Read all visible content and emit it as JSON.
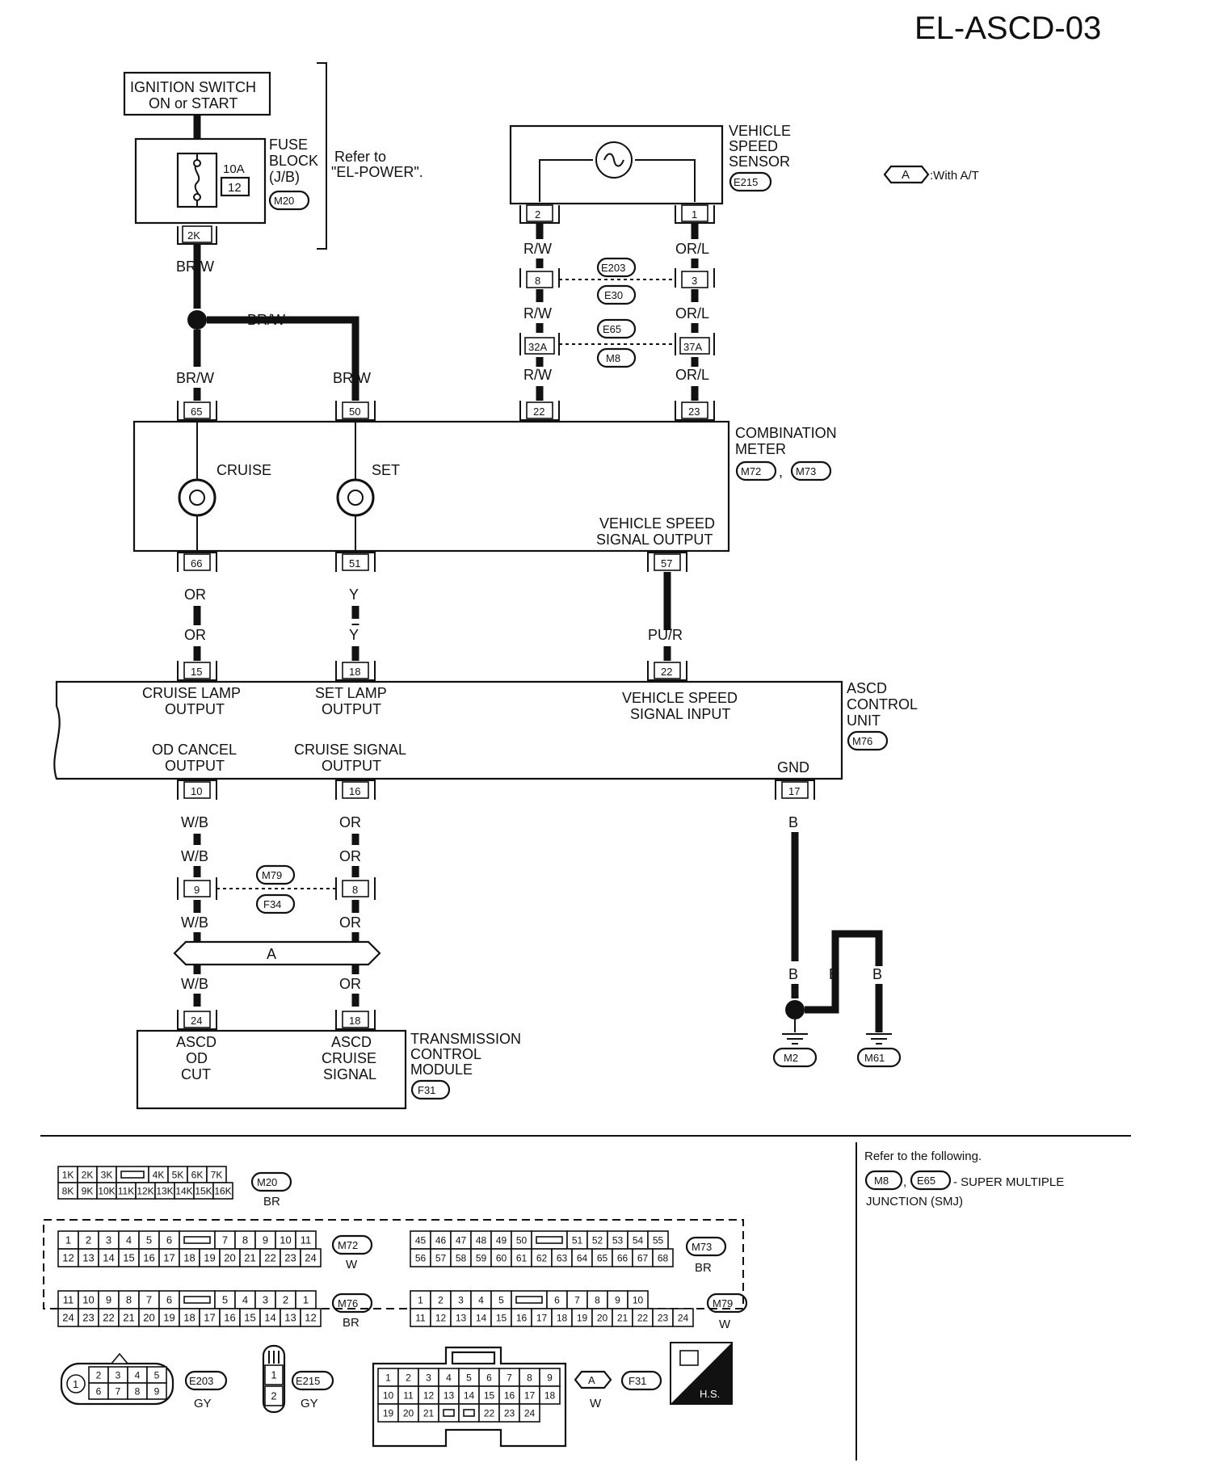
{
  "page_code": "EL-ASCD-03",
  "legend": {
    "option_tag": "A",
    "option_text": ":With A/T"
  },
  "ignition": {
    "line1": "IGNITION SWITCH",
    "line2": "ON or START"
  },
  "fuse_block": {
    "label_lines": [
      "FUSE",
      "BLOCK",
      "(J/B)"
    ],
    "connector": "M20",
    "fuse_rating": "10A",
    "fuse_number": "12",
    "terminal": "2K",
    "refer_lines": [
      "Refer to",
      "\"EL-POWER\"."
    ]
  },
  "vss": {
    "label_lines": [
      "VEHICLE",
      "SPEED",
      "SENSOR"
    ],
    "connector": "E215",
    "pin_left": "2",
    "pin_right": "1"
  },
  "junctions": {
    "j1": {
      "top": "E203",
      "bottom": "E30",
      "pin_left": "8",
      "pin_right": "3"
    },
    "j2": {
      "top": "E65",
      "bottom": "M8",
      "pin_left": "32A",
      "pin_right": "37A"
    },
    "j3": {
      "top": "M79",
      "bottom": "F34",
      "pin_left": "9",
      "pin_right": "8"
    }
  },
  "combination_meter": {
    "label_lines": [
      "COMBINATION",
      "METER"
    ],
    "connectors": [
      "M72",
      "M73"
    ],
    "separator": ",",
    "cruise_label": "CRUISE",
    "set_label": "SET",
    "vss_output_lines": [
      "VEHICLE SPEED",
      "SIGNAL OUTPUT"
    ],
    "pins_top": [
      "65",
      "50",
      "22",
      "23"
    ],
    "pins_bottom": [
      "66",
      "51",
      "57"
    ]
  },
  "ascd_unit": {
    "label_lines": [
      "ASCD",
      "CONTROL",
      "UNIT"
    ],
    "connector": "M76",
    "cruise_lamp_lines": [
      "CRUISE LAMP",
      "OUTPUT"
    ],
    "set_lamp_lines": [
      "SET LAMP",
      "OUTPUT"
    ],
    "vss_input_lines": [
      "VEHICLE SPEED",
      "SIGNAL INPUT"
    ],
    "od_cancel_lines": [
      "OD CANCEL",
      "OUTPUT"
    ],
    "cruise_signal_lines": [
      "CRUISE SIGNAL",
      "OUTPUT"
    ],
    "gnd": "GND",
    "pins_top": [
      "15",
      "18",
      "22"
    ],
    "pins_bottom": [
      "10",
      "16",
      "17"
    ]
  },
  "tcm": {
    "label_lines": [
      "TRANSMISSION",
      "CONTROL",
      "MODULE"
    ],
    "connector": "F31",
    "od_cut_lines": [
      "ASCD",
      "OD",
      "CUT"
    ],
    "cruise_signal_lines": [
      "ASCD",
      "CRUISE",
      "SIGNAL"
    ],
    "pins": [
      "24",
      "18"
    ]
  },
  "option_bar_label": "A",
  "grounds": [
    "M2",
    "M61"
  ],
  "wire_colors": {
    "fuse_out": "BR/W",
    "branch": "BR/W",
    "meter_in_left": "BR/W",
    "meter_in_right": "BR/W",
    "vss_left": [
      "R/W",
      "R/W",
      "R/W"
    ],
    "vss_right": [
      "OR/L",
      "OR/L",
      "OR/L"
    ],
    "cruise_lamp": [
      "OR",
      "OR"
    ],
    "set_lamp": [
      "Y",
      "Y"
    ],
    "vss_signal": "PU/R",
    "od_cancel": [
      "W/B",
      "W/B",
      "W/B",
      "W/B"
    ],
    "cruise_signal": [
      "OR",
      "OR",
      "OR",
      "OR"
    ],
    "ground": [
      "B",
      "B",
      "B",
      "B"
    ]
  },
  "refer_note": {
    "line1": "Refer to the following.",
    "conn1": "M8",
    "conn2": "E65",
    "sep": ",",
    "text": "- SUPER MULTIPLE",
    "line3": "JUNCTION (SMJ)"
  },
  "connector_views": {
    "M20": {
      "label": "M20",
      "color": "BR",
      "rows": [
        [
          "1K",
          "2K",
          "3K",
          "",
          "4K",
          "5K",
          "6K",
          "7K"
        ],
        [
          "8K",
          "9K",
          "10K",
          "11K",
          "12K",
          "13K",
          "14K",
          "15K",
          "16K"
        ]
      ]
    },
    "M72": {
      "label": "M72",
      "color": "W",
      "rows": [
        [
          "1",
          "2",
          "3",
          "4",
          "5",
          "6",
          "",
          "7",
          "8",
          "9",
          "10",
          "11"
        ],
        [
          "12",
          "13",
          "14",
          "15",
          "16",
          "17",
          "18",
          "19",
          "20",
          "21",
          "22",
          "23",
          "24"
        ]
      ]
    },
    "M73": {
      "label": "M73",
      "color": "BR",
      "rows": [
        [
          "45",
          "46",
          "47",
          "48",
          "49",
          "50",
          "",
          "51",
          "52",
          "53",
          "54",
          "55"
        ],
        [
          "56",
          "57",
          "58",
          "59",
          "60",
          "61",
          "62",
          "63",
          "64",
          "65",
          "66",
          "67",
          "68"
        ]
      ]
    },
    "M76": {
      "label": "M76",
      "color": "BR",
      "rows": [
        [
          "11",
          "10",
          "9",
          "8",
          "7",
          "6",
          "",
          "5",
          "4",
          "3",
          "2",
          "1"
        ],
        [
          "24",
          "23",
          "22",
          "21",
          "20",
          "19",
          "18",
          "17",
          "16",
          "15",
          "14",
          "13",
          "12"
        ]
      ]
    },
    "M79": {
      "label": "M79",
      "color": "W",
      "rows": [
        [
          "1",
          "2",
          "3",
          "4",
          "5",
          "",
          "6",
          "7",
          "8",
          "9",
          "10"
        ],
        [
          "11",
          "12",
          "13",
          "14",
          "15",
          "16",
          "17",
          "18",
          "19",
          "20",
          "21",
          "22",
          "23",
          "24"
        ]
      ]
    },
    "E203": {
      "label": "E203",
      "color": "GY",
      "side_pin": "1",
      "rows": [
        [
          "2",
          "3",
          "4",
          "5"
        ],
        [
          "6",
          "7",
          "8",
          "9"
        ]
      ]
    },
    "E215": {
      "label": "E215",
      "color": "GY",
      "rows": [
        [
          "1"
        ],
        [
          "2"
        ]
      ]
    },
    "F31": {
      "label": "F31",
      "color": "W",
      "option_tag": "A",
      "rows": [
        [
          "1",
          "2",
          "3",
          "4",
          "5",
          "6",
          "7",
          "8",
          "9"
        ],
        [
          "10",
          "11",
          "12",
          "13",
          "14",
          "15",
          "16",
          "17",
          "18"
        ],
        [
          "19",
          "20",
          "21",
          "",
          "",
          "22",
          "23",
          "24"
        ]
      ]
    }
  },
  "hs_badge": {
    "text": "H.S."
  }
}
